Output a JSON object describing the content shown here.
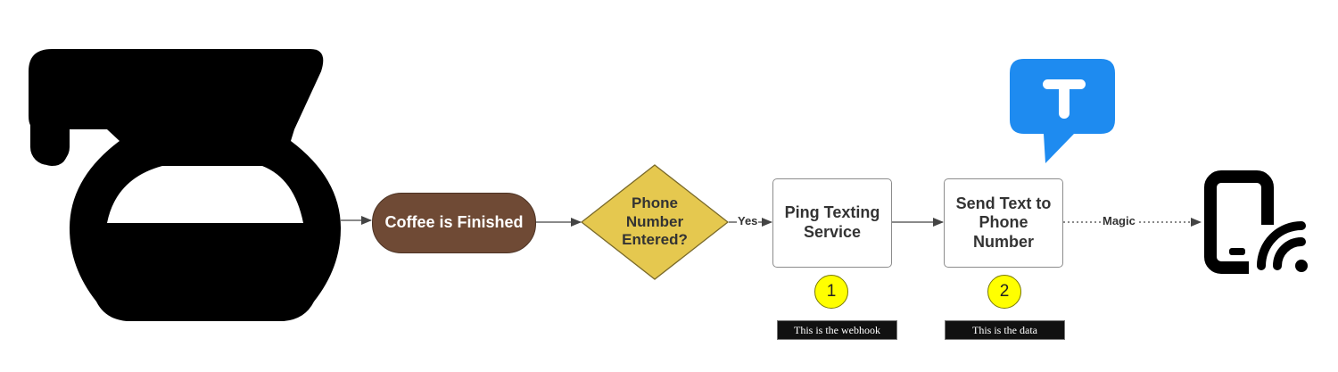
{
  "nodes": {
    "start": "Coffee is Finished",
    "decision": "Phone Number Entered?",
    "ping": "Ping Texting Service",
    "send": "Send Text to Phone Number"
  },
  "edges": {
    "yes_label": "Yes",
    "magic_label": "Magic"
  },
  "badges": {
    "one": "1",
    "two": "2"
  },
  "captions": {
    "webhook": "This is the webhook",
    "data": "This is the data"
  },
  "icons": {
    "coffee_pot": "coffee-pot-icon",
    "texting_app": "texting-app-logo-icon",
    "phone": "smartphone-signal-icon"
  },
  "colors": {
    "start_fill": "#6f4a35",
    "decision_fill": "#e5c84f",
    "badge_fill": "#ffff00",
    "logo_blue": "#1e8bf0",
    "caption_bg": "#111111"
  }
}
